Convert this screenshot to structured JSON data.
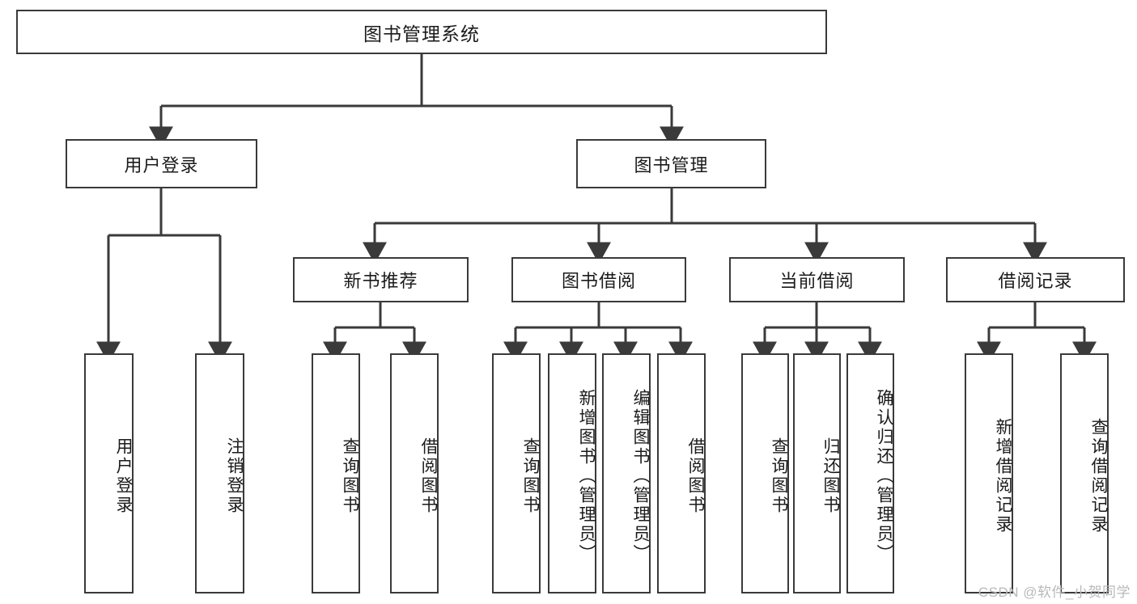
{
  "diagram": {
    "type": "tree",
    "root": {
      "id": "root",
      "label": "图书管理系统"
    },
    "level1": [
      {
        "id": "user-login",
        "label": "用户登录"
      },
      {
        "id": "book-manage",
        "label": "图书管理"
      }
    ],
    "level2": [
      {
        "id": "new-book-rec",
        "label": "新书推荐",
        "parent": "book-manage"
      },
      {
        "id": "book-borrow",
        "label": "图书借阅",
        "parent": "book-manage"
      },
      {
        "id": "current-borrow",
        "label": "当前借阅",
        "parent": "book-manage"
      },
      {
        "id": "borrow-record",
        "label": "借阅记录",
        "parent": "book-manage"
      }
    ],
    "leaves": [
      {
        "id": "leaf-user-login",
        "label": "用户登录",
        "parent": "user-login"
      },
      {
        "id": "leaf-logout",
        "label": "注销登录",
        "parent": "user-login"
      },
      {
        "id": "leaf-query-book-1",
        "label": "查询图书",
        "parent": "new-book-rec"
      },
      {
        "id": "leaf-borrow-book-1",
        "label": "借阅图书",
        "parent": "new-book-rec"
      },
      {
        "id": "leaf-query-book-2",
        "label": "查询图书",
        "parent": "book-borrow"
      },
      {
        "id": "leaf-add-book",
        "label": "新增图书（管理员）",
        "parent": "book-borrow"
      },
      {
        "id": "leaf-edit-book",
        "label": "编辑图书（管理员）",
        "parent": "book-borrow"
      },
      {
        "id": "leaf-borrow-book-2",
        "label": "借阅图书",
        "parent": "book-borrow"
      },
      {
        "id": "leaf-query-book-3",
        "label": "查询图书",
        "parent": "current-borrow"
      },
      {
        "id": "leaf-return-book",
        "label": "归还图书",
        "parent": "current-borrow"
      },
      {
        "id": "leaf-confirm-return",
        "label": "确认归还（管理员）",
        "parent": "current-borrow"
      },
      {
        "id": "leaf-add-record",
        "label": "新增借阅记录",
        "parent": "borrow-record"
      },
      {
        "id": "leaf-query-record",
        "label": "查询借阅记录",
        "parent": "borrow-record"
      }
    ],
    "colors": {
      "stroke": "#3a3a3a",
      "fill": "#ffffff",
      "text": "#1b1b1b",
      "watermark": "#b9b9b9"
    }
  },
  "watermark": {
    "text": "CSDN @软件_小贺同学"
  }
}
